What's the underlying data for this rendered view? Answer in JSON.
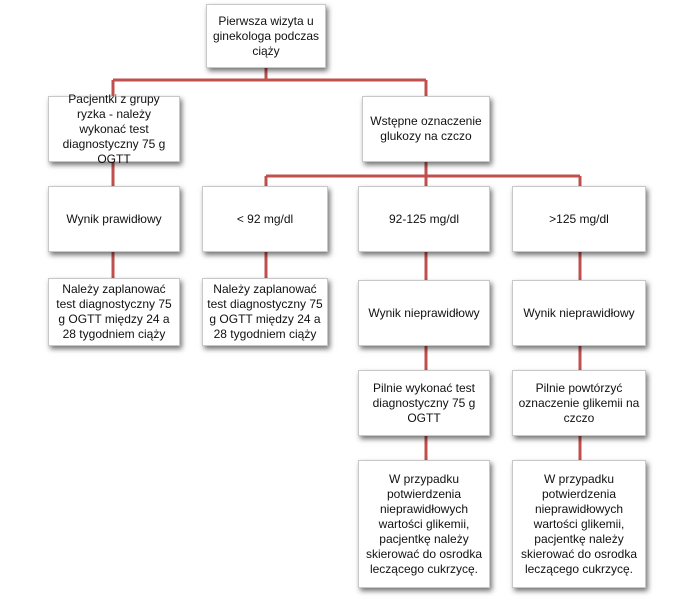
{
  "colors": {
    "connector": "#c0504d",
    "box_border": "#c8c8c8",
    "background": "#ffffff"
  },
  "nodes": {
    "root": "Pierwsza wizyta u ginekologa podczas ciąży",
    "risk_group": "Pacjentki z grupy ryzka - należy wykonać test diagnostyczny 75 g OGTT",
    "fasting_glucose": "Wstępne oznaczenie glukozy na czczo",
    "normal_result": "Wynik prawidłowy",
    "plan_ogtt_a": "Należy zaplanować test diagnostyczny 75 g OGTT między 24 a 28 tygodniem ciąży",
    "below_92": "< 92 mg/dl",
    "plan_ogtt_b": "Należy zaplanować test diagnostyczny 75 g OGTT między 24 a 28 tygodniem ciąży",
    "range_92_125": "92-125 mg/dl",
    "abnormal_a": "Wynik nieprawidłowy",
    "urgent_ogtt": "Pilnie wykonać test diagnostyczny 75 g OGTT",
    "referral_a": "W przypadku potwierdzenia nieprawidłowych wartości glikemii, pacjentkę należy skierować do osrodka leczącego cukrzycę.",
    "above_125": ">125 mg/dl",
    "abnormal_b": "Wynik nieprawidłowy",
    "repeat_glycemia": "Pilnie powtórzyć oznaczenie glikemii na czczo",
    "referral_b": "W przypadku potwierdzenia nieprawidłowych wartości glikemii, pacjentkę należy skierować do osrodka leczącego cukrzycę."
  }
}
